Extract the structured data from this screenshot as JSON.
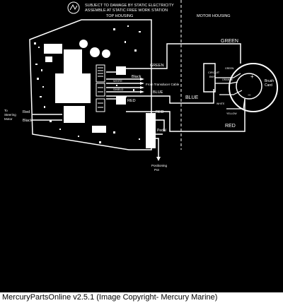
{
  "warning": {
    "line1": "SUBJECT TO DAMAGE BY STATIC ELECTRICITY",
    "line2": "ASSEMBLE AT STATIC FREE WORK STATION"
  },
  "sections": {
    "top_housing": "TOP HOUSING",
    "motor_housing": "MOTOR HOUSING"
  },
  "wires": {
    "green_top": "GREEN",
    "green_board": "GREEN",
    "black": "Black",
    "white": "WHITE",
    "from_transducer": "From Transducer Cable",
    "shield": "SHIELD",
    "blue_board": "BLUE",
    "blue_right": "BLUE",
    "red_board": "RED",
    "red_upper": "RED",
    "red_lower": "RED",
    "red_left": "Red",
    "black_left": "Black"
  },
  "components": {
    "to_steering_motor": [
      "To",
      "Steering",
      "Motor"
    ],
    "pedal": "Pedal",
    "positioning_pot": [
      "Positioning",
      "Pot"
    ],
    "brush_card": [
      "Brush",
      "Card"
    ],
    "circuit_breaker": [
      "CIRCUIT",
      "BKR"
    ],
    "green_small": "GREEN",
    "orange_small": "ORANGE",
    "white_small": "WHITE",
    "yellow_small": "YELLOW"
  },
  "caption": "MercuryPartsOnline v2.5.1 (Image Copyright- Mercury Marine)"
}
